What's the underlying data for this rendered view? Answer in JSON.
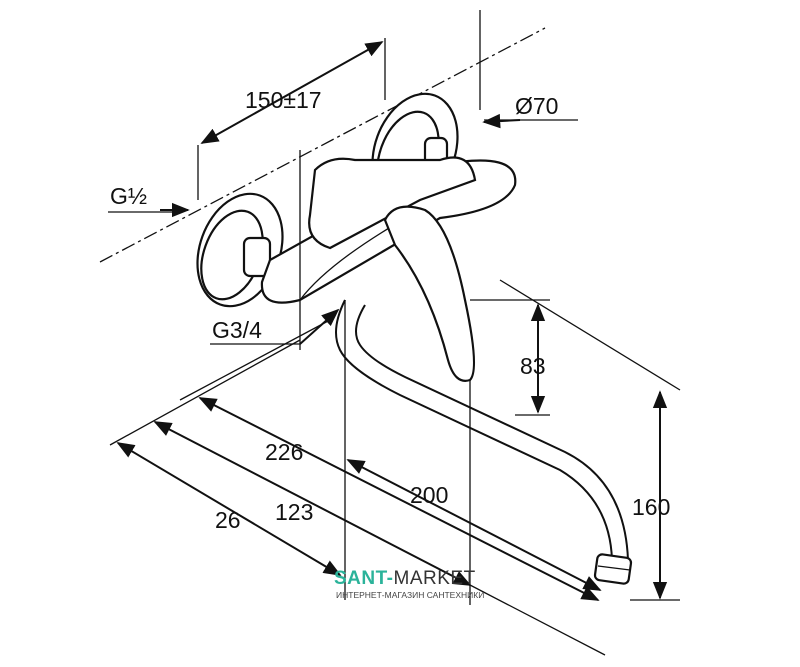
{
  "dimensions": {
    "spacing": "150±17",
    "diameter": "Ø70",
    "inlet_thread": "G½",
    "outlet_thread": "G3/4",
    "lever_height": "83",
    "total_depth": "226",
    "spout_reach": "200",
    "spout_height": "160",
    "wall_offset": "26",
    "body_depth": "123"
  },
  "watermark": {
    "brand_part1": "SANT-",
    "brand_part2": "MARKET",
    "subtitle": "ИНТЕРНЕТ-МАГАЗИН САНТЕХНИКИ",
    "brand_color": "#2bb39a"
  }
}
